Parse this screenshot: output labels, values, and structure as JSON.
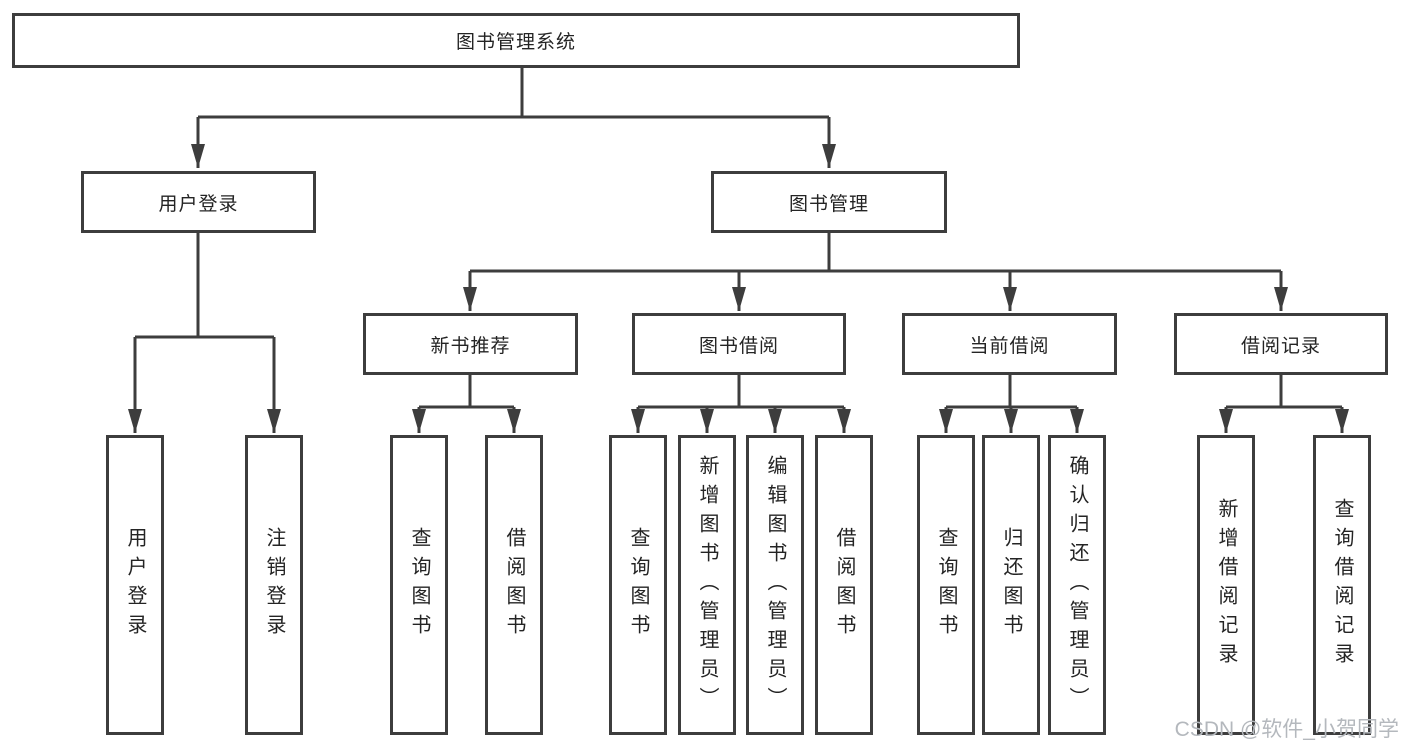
{
  "colors": {
    "line": "#3d3d3d",
    "text": "#242424",
    "watermark": "#b4b8bd"
  },
  "watermark": "CSDN @软件_小贺同学",
  "tree": {
    "root": "图书管理系统",
    "branches": [
      {
        "label": "用户登录",
        "children": [
          "用户登录",
          "注销登录"
        ]
      },
      {
        "label": "图书管理",
        "children": [
          {
            "label": "新书推荐",
            "children": [
              "查询图书",
              "借阅图书"
            ]
          },
          {
            "label": "图书借阅",
            "children": [
              "查询图书",
              "新增图书（管理员）",
              "编辑图书（管理员）",
              "借阅图书"
            ]
          },
          {
            "label": "当前借阅",
            "children": [
              "查询图书",
              "归还图书",
              "确认归还（管理员）"
            ]
          },
          {
            "label": "借阅记录",
            "children": [
              "新增借阅记录",
              "查询借阅记录"
            ]
          }
        ]
      }
    ]
  }
}
